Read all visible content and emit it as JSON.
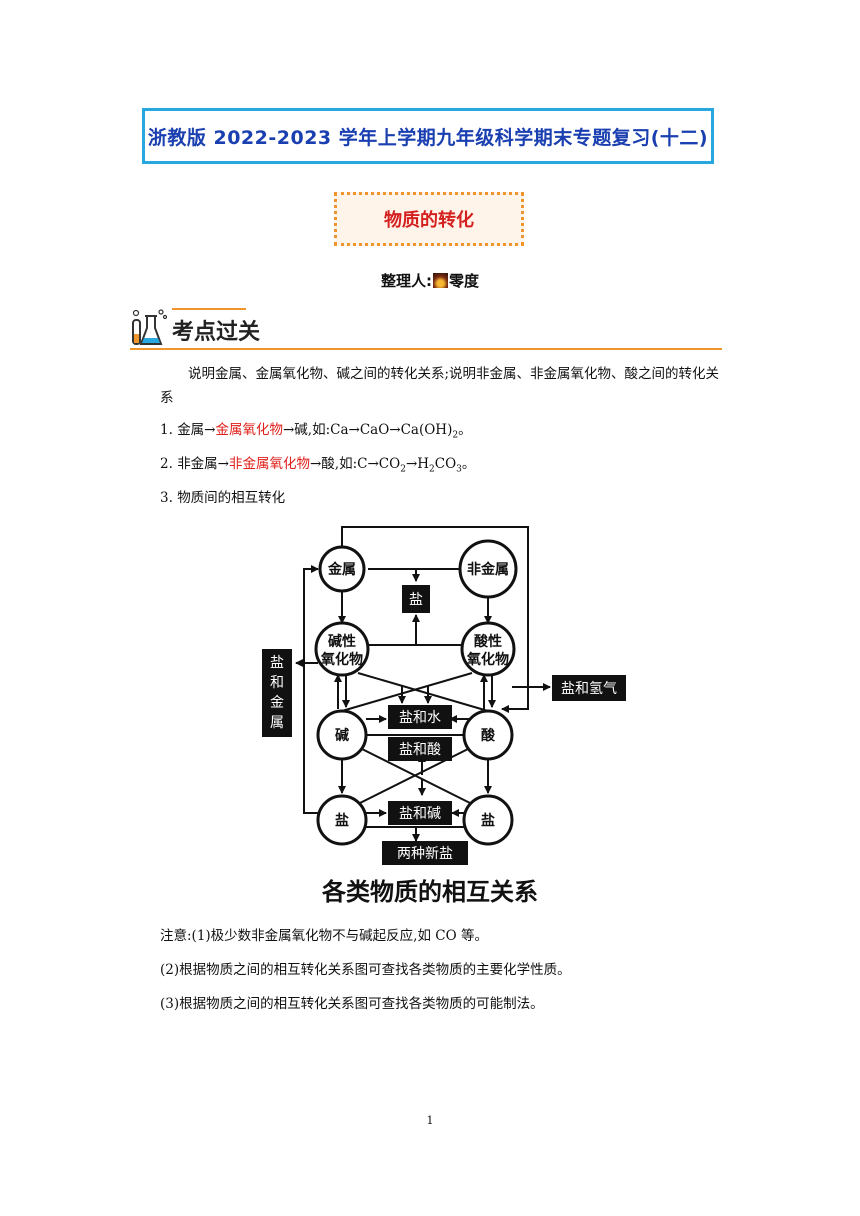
{
  "header": {
    "title": "浙教版 2022-2023 学年上学期九年级科学期末专题复习(十二)",
    "subtitle": "物质的转化",
    "organizer_prefix": "整理人:",
    "organizer_name": "零度"
  },
  "section": {
    "title": "考点过关"
  },
  "intro": "说明金属、金属氧化物、碱之间的转化关系;说明非金属、非金属氧化物、酸之间的转化关系",
  "points": {
    "p1": {
      "num": "1.",
      "a": "金属→",
      "red": "金属氧化物",
      "b": "→碱,如:Ca→CaO→Ca(OH)",
      "sub": "2",
      "c": "。"
    },
    "p2": {
      "num": "2.",
      "a": "非金属→",
      "red": "非金属氧化物",
      "b": "→酸,如:C→CO",
      "sub1": "2",
      "mid": "→H",
      "sub2": "2",
      "mid2": "CO",
      "sub3": "3",
      "c": "。"
    },
    "p3": {
      "num": "3.",
      "text": "物质间的相互转化"
    }
  },
  "diagram": {
    "metal": "金属",
    "nonmetal": "非金属",
    "salt_top": "盐",
    "basic_oxide_1": "碱性",
    "basic_oxide_2": "氧化物",
    "acidic_oxide_1": "酸性",
    "acidic_oxide_2": "氧化物",
    "salt_metal_1": "盐",
    "salt_metal_2": "和",
    "salt_metal_3": "金",
    "salt_metal_4": "属",
    "salt_hydrogen": "盐和氢气",
    "base": "碱",
    "acid": "酸",
    "salt_water": "盐和水",
    "salt_acid": "盐和酸",
    "salt_base": "盐和碱",
    "salt_left": "盐",
    "salt_right": "盐",
    "two_salts": "两种新盐"
  },
  "caption": "各类物质的相互关系",
  "notes": {
    "n1": "注意:(1)极少数非金属氧化物不与碱起反应,如 CO 等。",
    "n2": "(2)根据物质之间的相互转化关系图可查找各类物质的主要化学性质。",
    "n3": "(3)根据物质之间的相互转化关系图可查找各类物质的可能制法。"
  },
  "page_number": "1"
}
